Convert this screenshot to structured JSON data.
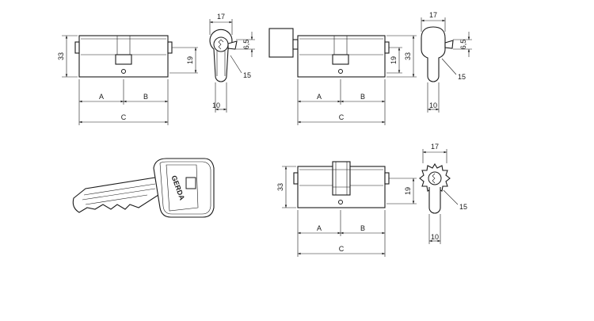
{
  "colors": {
    "line": "#1a1a1a",
    "background": "#ffffff"
  },
  "brand": {
    "key_logo": "GERDA"
  },
  "views": {
    "double_cylinder": {
      "height_label": "33",
      "cam_height_label": "19",
      "segment_a_label": "A",
      "segment_b_label": "B",
      "total_label": "C",
      "profile_width_label": "17",
      "cam_label": "6,5",
      "radius_label": "15",
      "bottom_width_label": "10"
    },
    "knob_cylinder": {
      "height_label": "33",
      "cam_height_label": "19",
      "segment_a_label": "A",
      "segment_b_label": "B",
      "total_label": "C",
      "profile_width_label": "17",
      "cam_label": "6,5",
      "radius_label": "15",
      "bottom_width_label": "10"
    },
    "clutch_cylinder": {
      "height_label": "33",
      "cam_height_label": "19",
      "segment_a_label": "A",
      "segment_b_label": "B",
      "total_label": "C",
      "profile_width_label": "17",
      "radius_label": "15",
      "bottom_width_label": "10"
    }
  }
}
